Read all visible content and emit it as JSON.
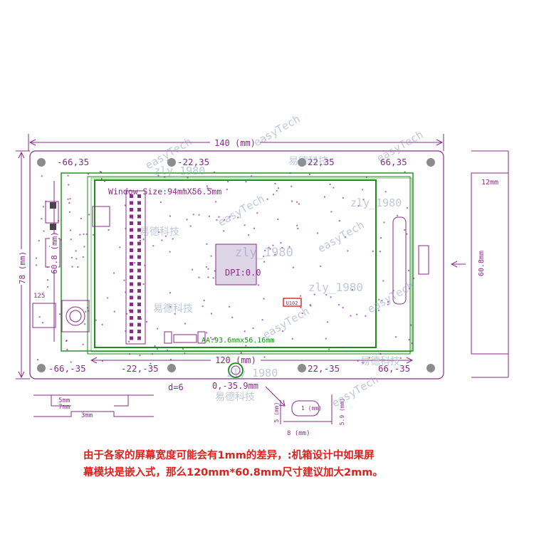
{
  "dimensions": {
    "overall_width": "140 (mm)",
    "overall_height": "78 (mm)",
    "inner_height": "60.8 (mm)",
    "mount_spacing": "120 (mm)",
    "right_width": "12mm",
    "right_height": "60.8mm",
    "bracket_5": "5mm",
    "bracket_7": "7mm",
    "bracket_3": "3mm",
    "d6": "d=6",
    "hole_w": "1 (mm)",
    "hole_h5": "5 (mm)",
    "hole_h59": "5.9 (mm)",
    "hole_8": "8 (mm)",
    "offset_y": "0,-35.9mm",
    "side_125": "125"
  },
  "coords": {
    "tl": "-66,35",
    "tl2": "-22,35",
    "tr2": "22,35",
    "tr": "66,35",
    "bl": "-66,-35",
    "bl2": "-22,-35",
    "br2": "22,-35",
    "br": "66,-35"
  },
  "board": {
    "window_size": "Window Size:94mmX56.5mm",
    "aa_size": "AA:93.6mmx56.16mm",
    "dpi": "DPI:0.0",
    "ic_label": "U102"
  },
  "watermarks": {
    "easytech": "easyTech",
    "zly": "zly_1980",
    "yide": "易德科技"
  },
  "note": {
    "line1": "由于各家的屏幕宽度可能会有1mm的差异，:机箱设计中如果屏",
    "line2": "幕模块是嵌入式，那么120mm*60.8mm尺寸建议加大2mm。"
  },
  "colors": {
    "purple": "#8a2b8a",
    "green": "#1a8c1a",
    "red": "#e0201c",
    "hole": "#8c8c8c"
  }
}
